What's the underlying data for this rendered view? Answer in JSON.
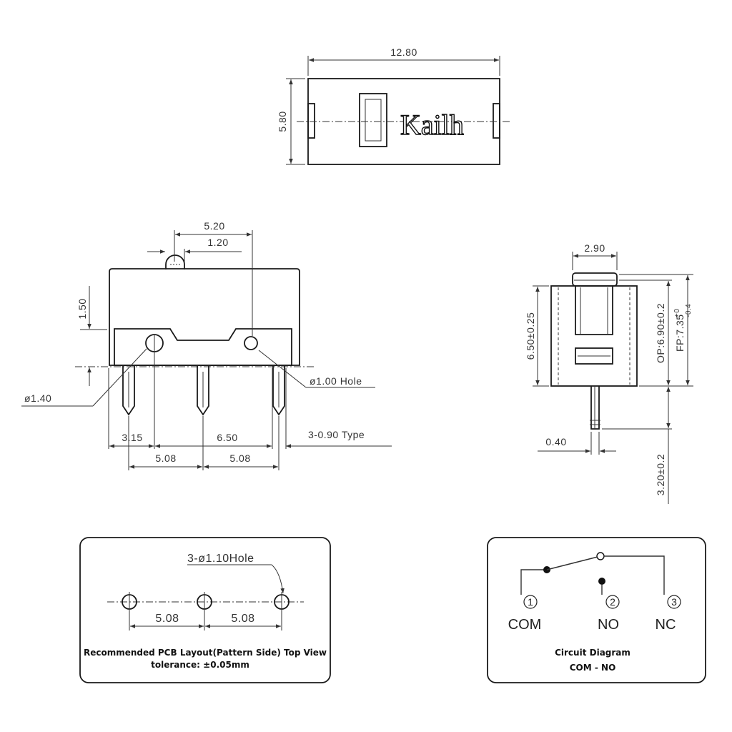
{
  "top_view": {
    "width_label": "12.80",
    "height_label": "5.80",
    "logo_text": "Kailh"
  },
  "front_view": {
    "dim_5_20": "5.20",
    "dim_1_20": "1.20",
    "dim_1_50": "1.50",
    "hole_label": "ø1.00 Hole",
    "pin_dia_label": "ø1.40",
    "dim_3_15": "3.15",
    "dim_6_50": "6.50",
    "pin_type_label": "3-0.90 Type",
    "pitch_left": "5.08",
    "pitch_right": "5.08"
  },
  "side_view": {
    "dim_2_90": "2.90",
    "dim_6_50": "6.50±0.25",
    "dim_op": "OP:6.90±0.2",
    "dim_fp_base": "FP:7.35",
    "dim_fp_tol_plus": "+0",
    "dim_fp_tol_minus": "-0.4",
    "dim_0_40": "0.40",
    "dim_3_20": "3.20±0.2"
  },
  "pcb_layout": {
    "hole_label": "3-ø1.10Hole",
    "pitch_left": "5.08",
    "pitch_right": "5.08",
    "caption_line1": "Recommended PCB Layout(Pattern Side) Top View",
    "caption_line2": "tolerance: ±0.05mm"
  },
  "circuit": {
    "pin1_num": "1",
    "pin2_num": "2",
    "pin3_num": "3",
    "pin1_label": "COM",
    "pin2_label": "NO",
    "pin3_label": "NC",
    "caption_line1": "Circuit Diagram",
    "caption_line2": "COM - NO"
  }
}
